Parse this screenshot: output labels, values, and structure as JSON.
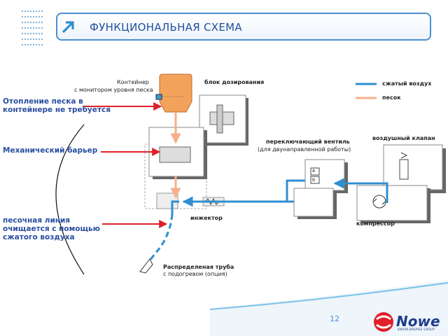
{
  "header": {
    "title": "ФУНКЦИОНАЛЬНАЯ СХЕМА",
    "icon": "arrow-up-right-icon"
  },
  "legend": {
    "air_label": "сжатый воздух",
    "air_color": "#2f8fd0",
    "sand_label": "песок",
    "sand_color": "#f5b08a"
  },
  "components": {
    "container_title": "Контейнер",
    "container_sub": "с монитором уровня песка",
    "dosing": "блок дозирования",
    "switch_title": "переключающий вентиль",
    "switch_sub": "(для двунаправленной работы)",
    "air_valve": "воздушный клапан",
    "injector": "инжектор",
    "compressor": "компрессор",
    "pipe_title": "Распределеная труба",
    "pipe_sub": "с подогревом (опция)",
    "valve_port_a": "A",
    "valve_port_b": "B"
  },
  "callouts": {
    "heating_line1": "Отопление песка в",
    "heating_line2": "контейнере не требуется",
    "barrier": "Механический барьер",
    "sandline_line1": "песочная линия",
    "sandline_line2": "очищается с помощью",
    "sandline_line3": "сжатого воздуха",
    "arrow_color": "#e0202a"
  },
  "footer": {
    "page_number": "12",
    "logo": "Nowe",
    "logo_sub": "KNORR-BREMSE GROUP"
  }
}
